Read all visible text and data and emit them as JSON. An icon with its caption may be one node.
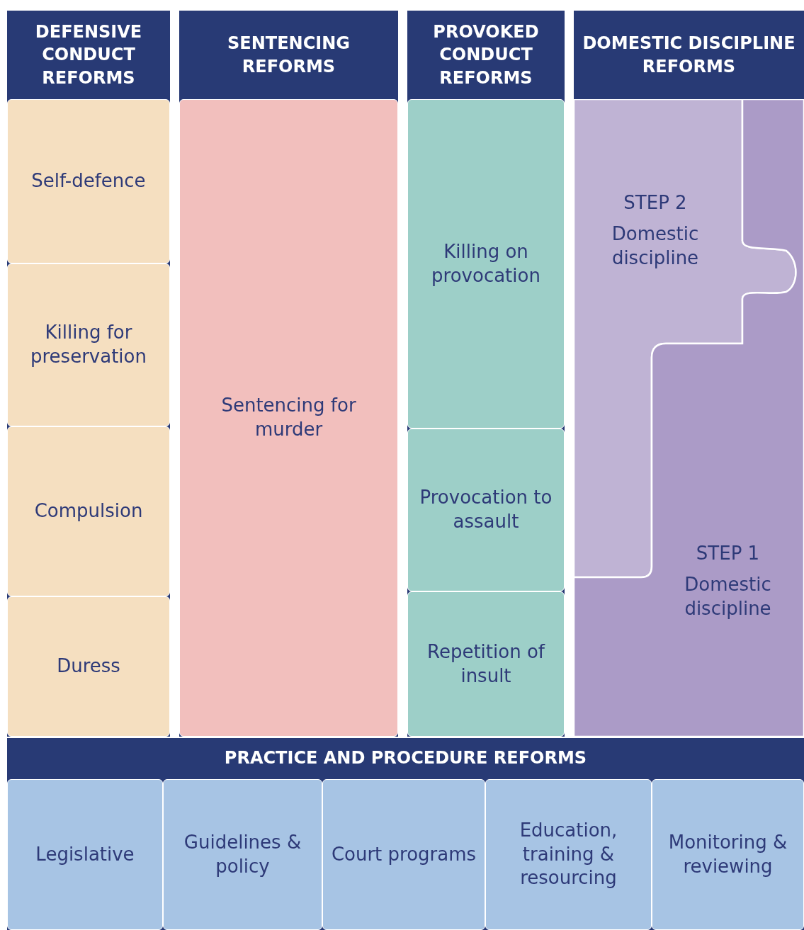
{
  "diagram": {
    "nodes": [
      {
        "text": [
          "DEFENSIVE CONDUCT REFORMS"
        ]
      },
      {
        "text": [
          "Self-defence"
        ],
        "in": 0
      },
      {
        "text": [
          "Killing for preservation"
        ],
        "in": 0
      },
      {
        "text": [
          "Compulsion"
        ],
        "in": 0
      },
      {
        "text": [
          "Duress"
        ],
        "in": 0
      },
      {
        "text": [
          "SENTENCING REFORMS"
        ]
      },
      {
        "text": [
          "Sentencing for murder"
        ],
        "in": 5
      },
      {
        "text": [
          "PROVOKED CONDUCT REFORMS"
        ]
      },
      {
        "text": [
          "Killing on provocation"
        ],
        "in": 7
      },
      {
        "text": [
          "Provocation to assault"
        ],
        "in": 7
      },
      {
        "text": [
          "Repetition of insult"
        ],
        "in": 7
      },
      {
        "text": [
          "DOMESTIC DISCIPLINE REFORMS"
        ]
      },
      {
        "text": [
          "STEP 2",
          "Domestic discipline"
        ],
        "in": 11
      },
      {
        "text": [
          "STEP 1",
          "Domestic discipline"
        ],
        "in": 11
      },
      {
        "text": [
          "PRACTICE AND PROCEDURE REFORMS"
        ]
      },
      {
        "text": [
          "Legislative"
        ],
        "in": 14
      },
      {
        "text": [
          "Guidelines & policy"
        ],
        "in": 14
      },
      {
        "text": [
          "Court programs"
        ],
        "in": 14
      },
      {
        "text": [
          "Education, training & resourcing"
        ],
        "in": 14
      },
      {
        "text": [
          "Monitoring & reviewing"
        ],
        "in": 14
      }
    ]
  }
}
